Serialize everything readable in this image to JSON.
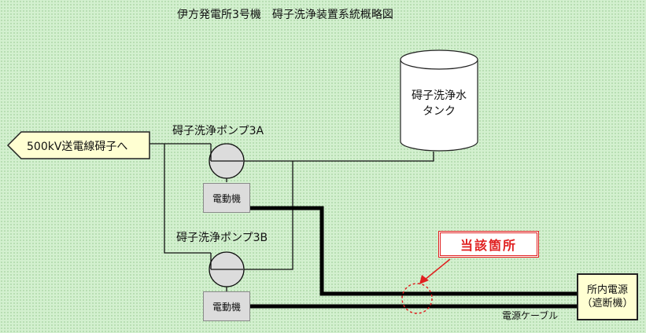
{
  "diagram": {
    "title": "伊方発電所3号機　碍子洗浄装置系統概略図",
    "tank": {
      "line1": "碍子洗浄水",
      "line2": "タンク"
    },
    "destination": "500kV送電線碍子へ",
    "pump_a": "碍子洗浄ポンプ3A",
    "pump_b": "碍子洗浄ポンプ3B",
    "motor_a": "電動機",
    "motor_b": "電動機",
    "power_source": {
      "line1": "所内電源",
      "line2": "（遮断機）"
    },
    "callout": "当該箇所",
    "cable_label": "電源ケーブル",
    "colors": {
      "callout": "#e02020",
      "background": "#d3f0cf",
      "cable": "#000000"
    }
  }
}
